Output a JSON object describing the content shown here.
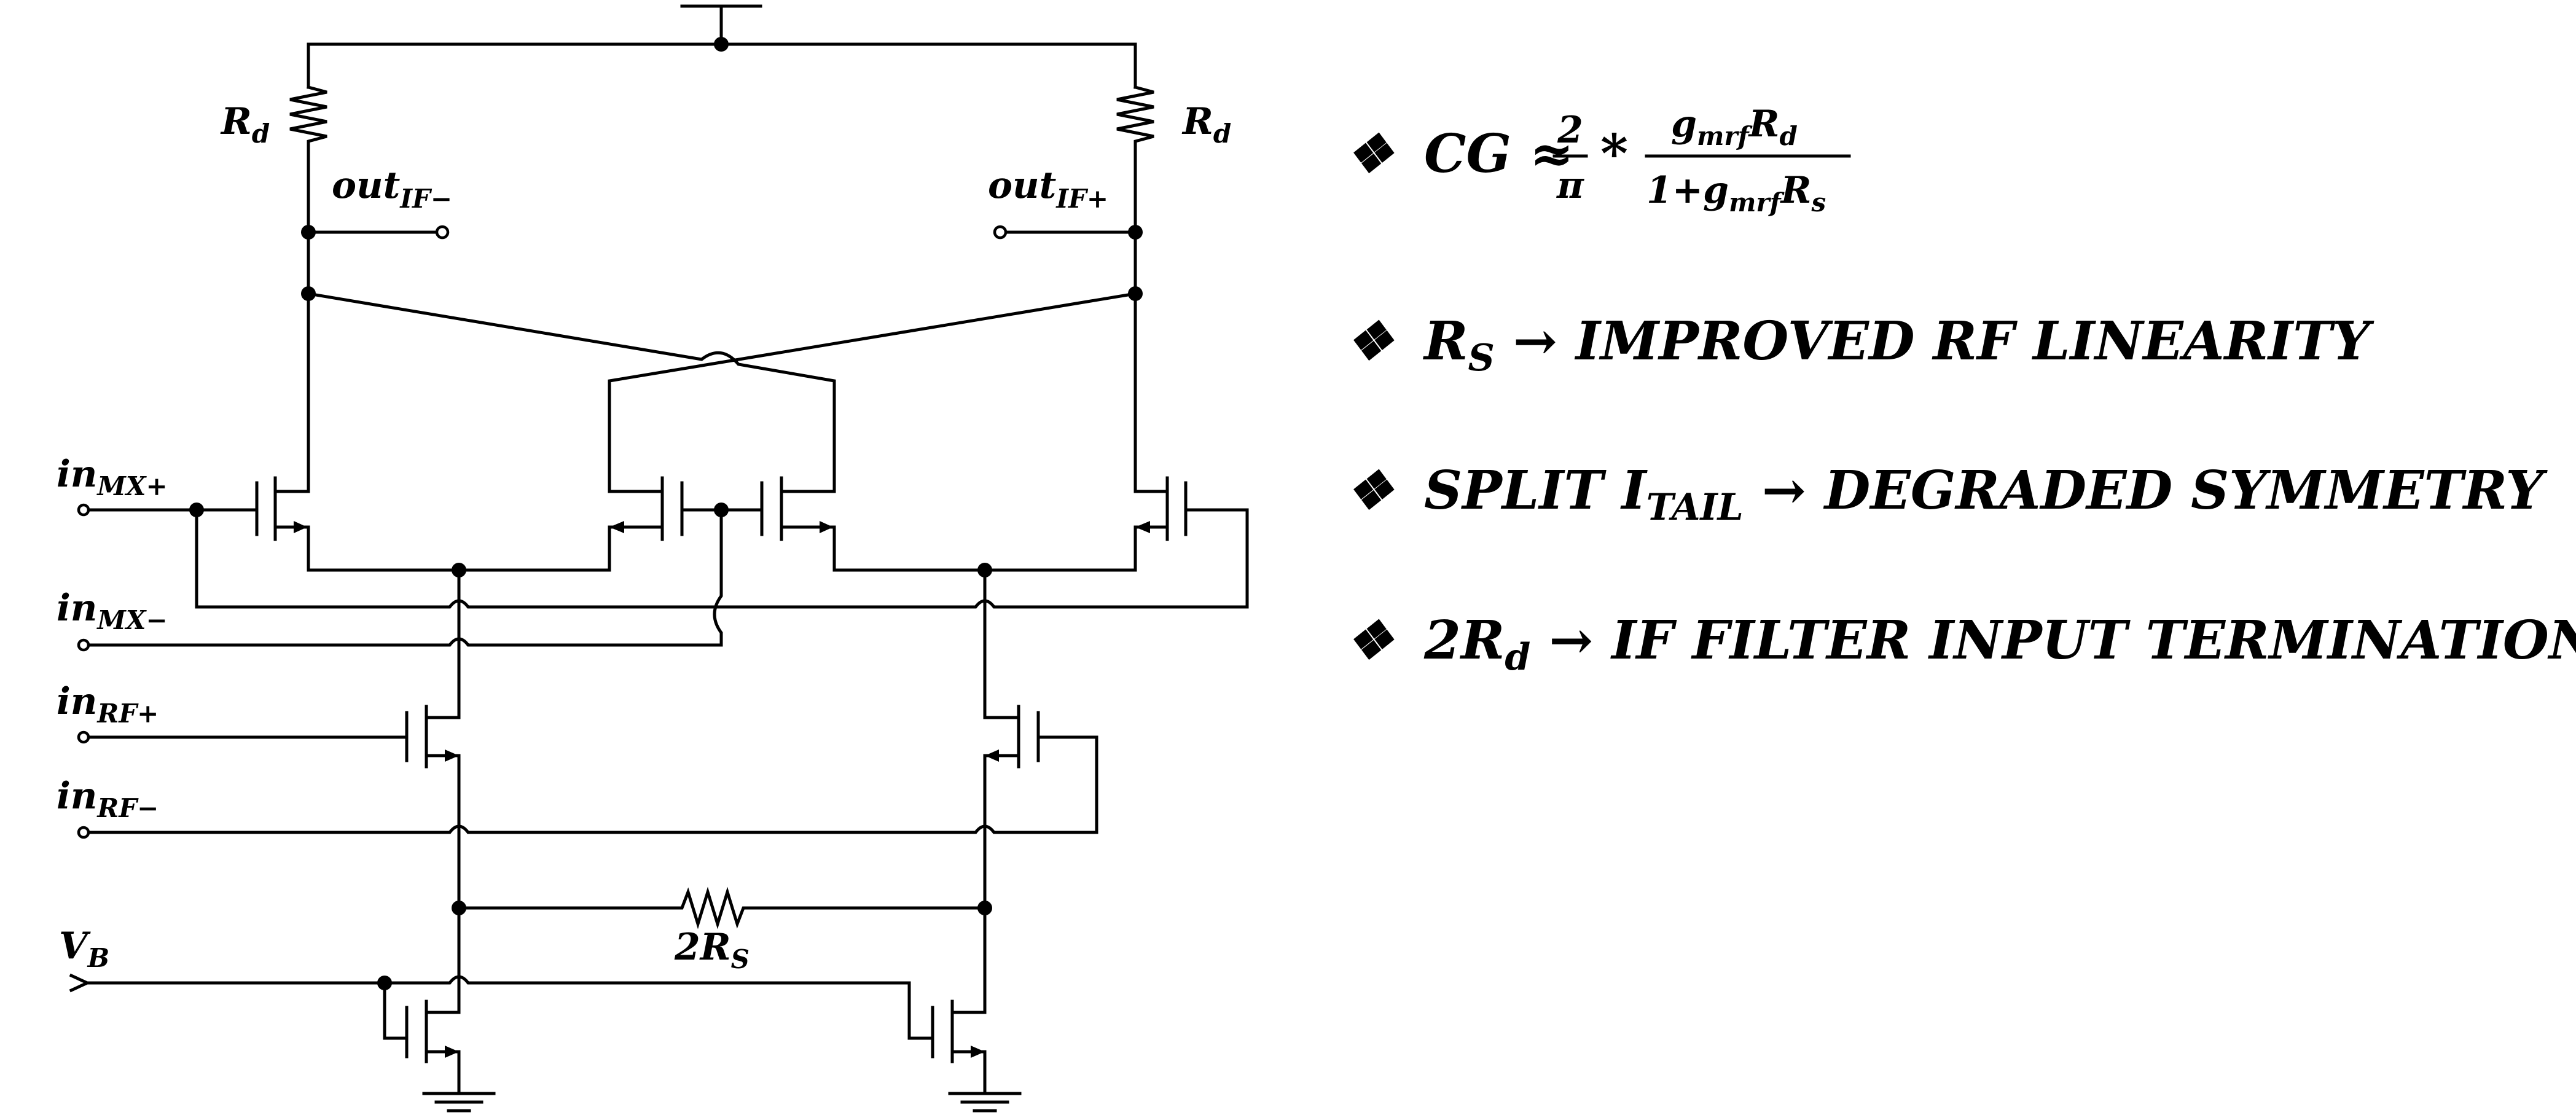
{
  "schematic": {
    "labels": {
      "rd_left": {
        "main": "R",
        "sub": "d"
      },
      "rd_right": {
        "main": "R",
        "sub": "d"
      },
      "out_minus": {
        "main": "out",
        "sub": "IF−"
      },
      "out_plus": {
        "main": "out",
        "sub": "IF+"
      },
      "in_mx_plus": {
        "main": "in",
        "sub": "MX+"
      },
      "in_mx_minus": {
        "main": "in",
        "sub": "MX−"
      },
      "in_rf_plus": {
        "main": "in",
        "sub": "RF+"
      },
      "in_rf_minus": {
        "main": "in",
        "sub": "RF−"
      },
      "vb": {
        "main": "V",
        "sub": "B"
      },
      "rs": {
        "main": "2R",
        "sub": "S"
      }
    }
  },
  "bullets": {
    "symbol": "❖",
    "b1": {
      "lhs": "CG ≈",
      "frac1_num": "2",
      "frac1_den": "π",
      "times": "*",
      "num_main": "g",
      "num_sub": "mrf",
      "num_main2": "R",
      "num_sub2": "d",
      "den_pre": "1+g",
      "den_sub": "mrf",
      "den_main2": "R",
      "den_sub2": "s"
    },
    "b2": {
      "main": "R",
      "sub": "S",
      "rest": " → IMPROVED RF LINEARITY"
    },
    "b3": {
      "pre": "SPLIT I",
      "sub": "TAIL",
      "rest": " → DEGRADED SYMMETRY"
    },
    "b4": {
      "main": "2R",
      "sub": "d",
      "rest": " → IF FILTER INPUT TERMINATION*"
    }
  }
}
